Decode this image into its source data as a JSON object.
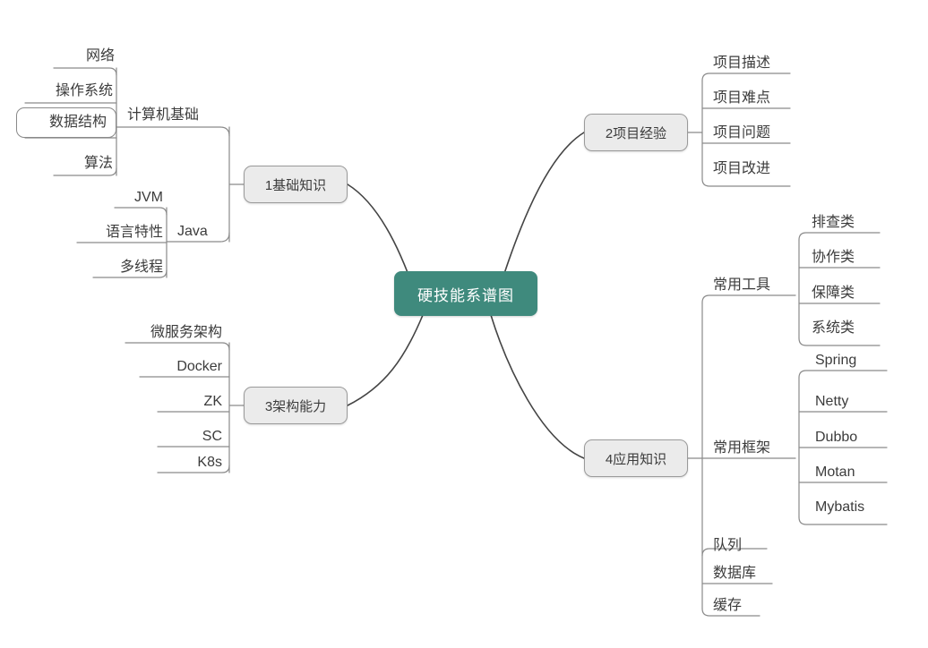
{
  "diagram": {
    "title": "硬技能系谱图",
    "type": "mind-map",
    "colors": {
      "root_fill": "#3f8a7d",
      "root_text": "#ffffff",
      "branch_fill": "#ebebeb",
      "branch_border": "#9a9a9a",
      "connector": "#444444",
      "leaf_connector": "#8a8a8a",
      "text": "#3c3c3c",
      "background": "#ffffff"
    }
  },
  "root": {
    "label": "硬技能系谱图"
  },
  "branches": [
    {
      "id": "basics",
      "label": "1基础知识",
      "side": "left",
      "groups": [
        {
          "label": "计算机基础",
          "leaves": [
            {
              "label": "网络",
              "highlighted": false
            },
            {
              "label": "操作系统",
              "highlighted": false
            },
            {
              "label": "数据结构",
              "highlighted": true
            },
            {
              "label": "算法",
              "highlighted": false
            }
          ]
        },
        {
          "label": "Java",
          "leaves": [
            {
              "label": "JVM",
              "highlighted": false
            },
            {
              "label": "语言特性",
              "highlighted": false
            },
            {
              "label": "多线程",
              "highlighted": false
            }
          ]
        }
      ]
    },
    {
      "id": "project",
      "label": "2项目经验",
      "side": "right",
      "groups": [
        {
          "label": "",
          "leaves": [
            {
              "label": "项目描述",
              "highlighted": false
            },
            {
              "label": "项目难点",
              "highlighted": false
            },
            {
              "label": "项目问题",
              "highlighted": false
            },
            {
              "label": "项目改进",
              "highlighted": false
            }
          ]
        }
      ]
    },
    {
      "id": "architecture",
      "label": "3架构能力",
      "side": "left",
      "groups": [
        {
          "label": "",
          "leaves": [
            {
              "label": "微服务架构",
              "highlighted": false
            },
            {
              "label": "Docker",
              "highlighted": false
            },
            {
              "label": "ZK",
              "highlighted": false
            },
            {
              "label": "SC",
              "highlighted": false
            },
            {
              "label": "K8s",
              "highlighted": false
            }
          ]
        }
      ]
    },
    {
      "id": "application",
      "label": "4应用知识",
      "side": "right",
      "groups": [
        {
          "label": "常用工具",
          "leaves": [
            {
              "label": "排查类",
              "highlighted": false
            },
            {
              "label": "协作类",
              "highlighted": false
            },
            {
              "label": "保障类",
              "highlighted": false
            },
            {
              "label": "系统类",
              "highlighted": false
            }
          ]
        },
        {
          "label": "常用框架",
          "leaves": [
            {
              "label": "Spring",
              "highlighted": false
            },
            {
              "label": "Netty",
              "highlighted": false
            },
            {
              "label": "Dubbo",
              "highlighted": false
            },
            {
              "label": "Motan",
              "highlighted": false
            },
            {
              "label": "Mybatis",
              "highlighted": false
            }
          ]
        },
        {
          "label": "队列",
          "leaves": []
        },
        {
          "label": "数据库",
          "leaves": []
        },
        {
          "label": "缓存",
          "leaves": []
        }
      ]
    }
  ]
}
